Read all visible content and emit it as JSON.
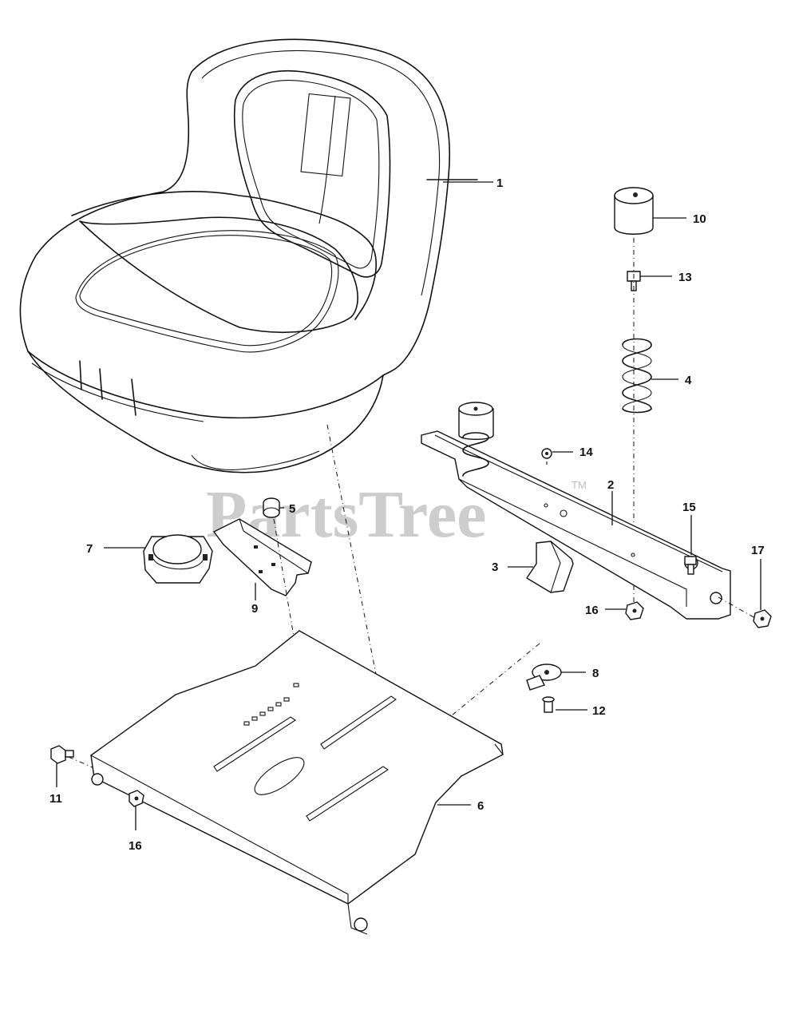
{
  "watermark": {
    "text": "PartsTree",
    "tm": "TM"
  },
  "callouts": {
    "c1": "1",
    "c2": "2",
    "c3": "3",
    "c4": "4",
    "c5": "5",
    "c6": "6",
    "c7": "7",
    "c8": "8",
    "c9": "9",
    "c10": "10",
    "c11": "11",
    "c12": "12",
    "c13": "13",
    "c14": "14",
    "c15": "15",
    "c16a": "16",
    "c16b": "16",
    "c17": "17"
  }
}
